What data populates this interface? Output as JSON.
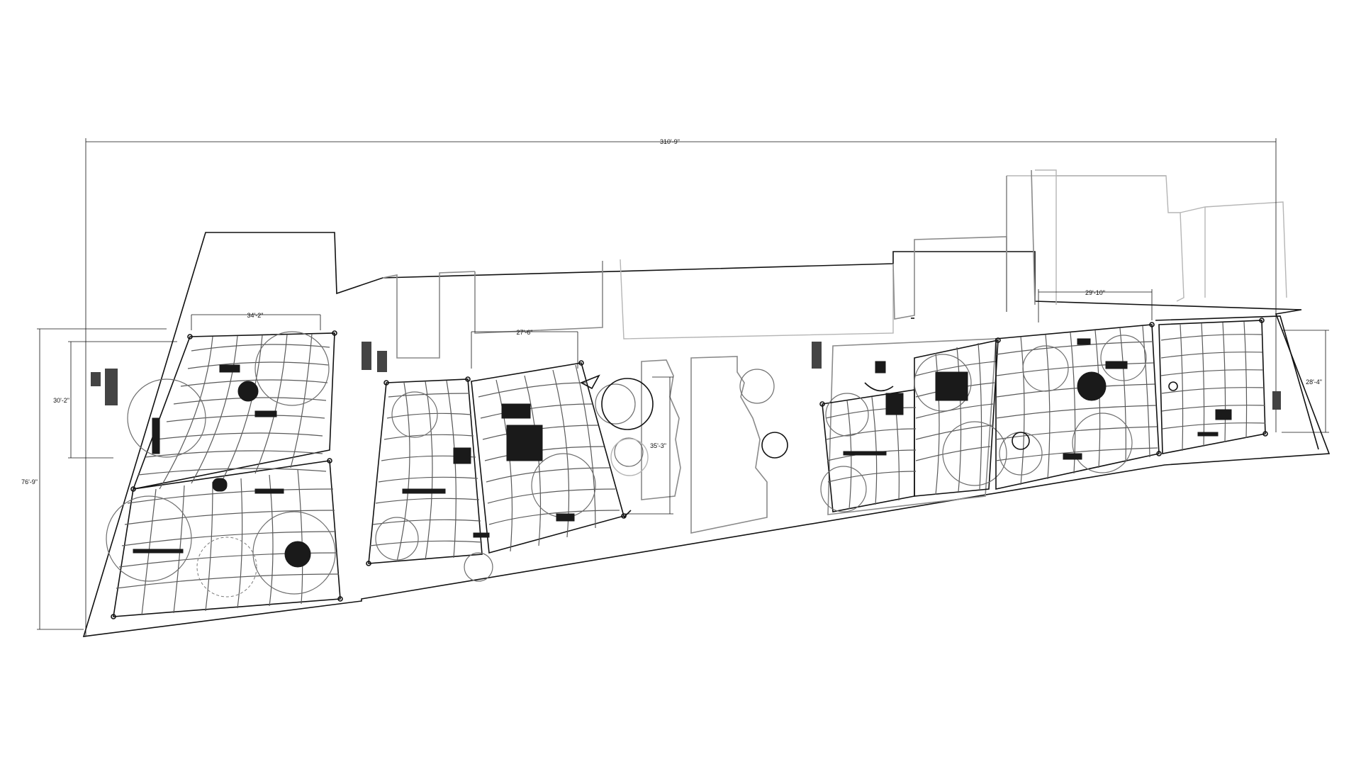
{
  "drawing": {
    "subject": "playground site plan with shade sail nets",
    "colors": {
      "line": "#111111",
      "boundary_grey": "#8a8a8a",
      "mesh": "#5a5a5a",
      "background": "#ffffff"
    }
  },
  "dimensions": {
    "overall_width": "310'-9\"",
    "overall_height": "76'-9\"",
    "zone1_width": "34'-2\"",
    "zone1_height": "30'-2\"",
    "zone2_width": "27'-6\"",
    "zone2_height": "35'-3\"",
    "zone4_width": "29'-10\"",
    "zone5_height": "28'-4\""
  }
}
